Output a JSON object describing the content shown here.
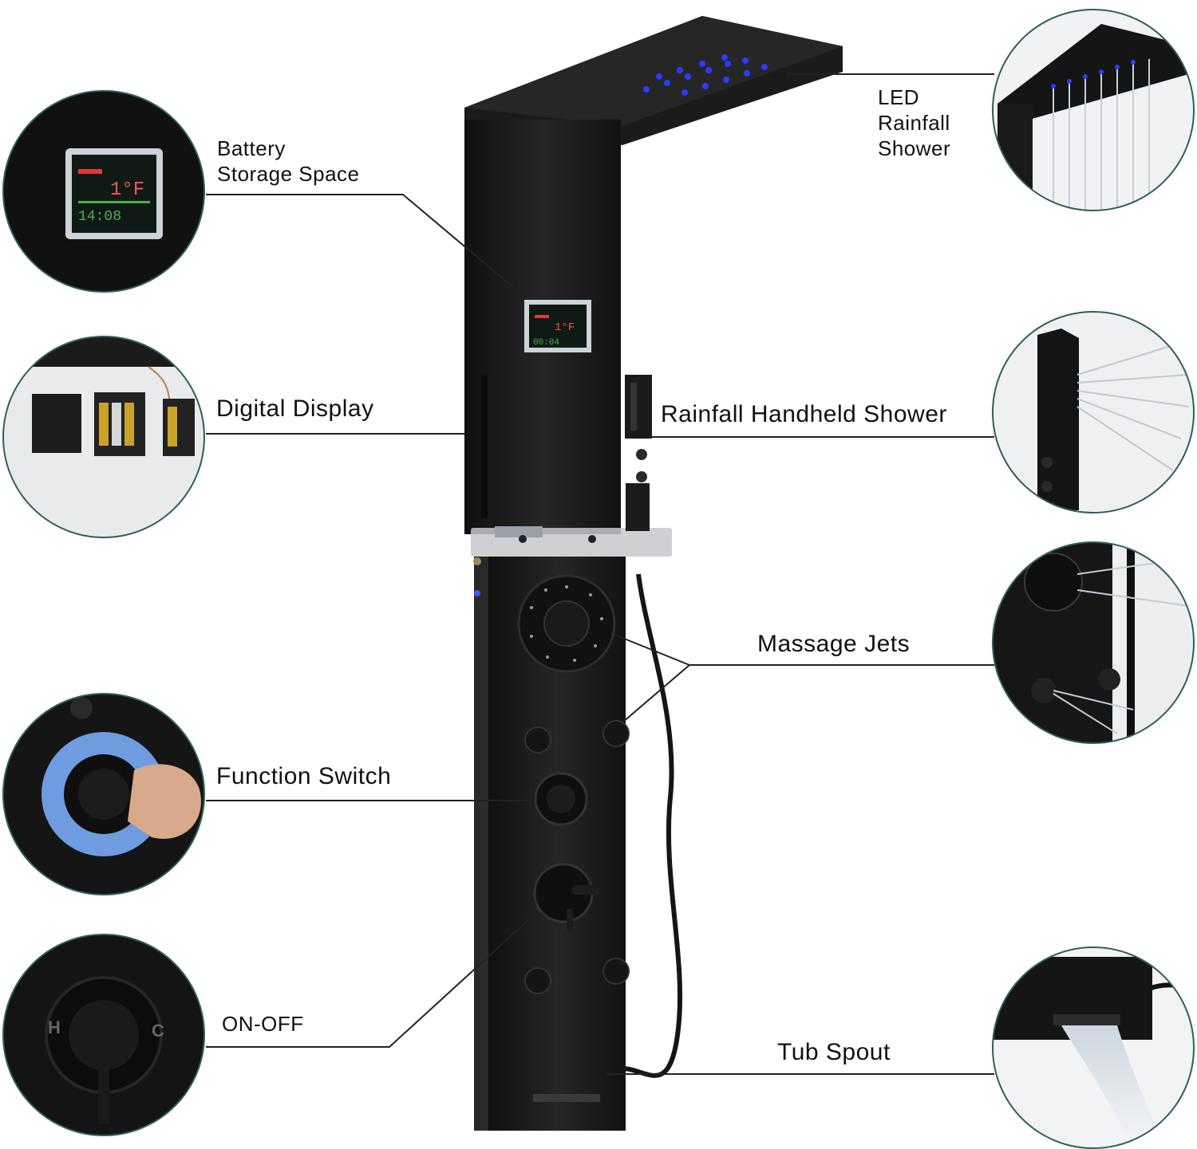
{
  "callouts": {
    "battery": [
      "Battery",
      "Storage Space"
    ],
    "led": [
      "LED",
      "Rainfall",
      "Shower"
    ],
    "digital": "Digital Display",
    "handheld": "Rainfall Handheld Shower",
    "massage": "Massage Jets",
    "function": "Function Switch",
    "onoff": "ON-OFF",
    "spout": "Tub Spout"
  },
  "display_readouts": {
    "large_temp": "1°F",
    "large_time": "14:08",
    "panel_temp": "1°F",
    "panel_time": "00:04"
  },
  "knob_letters": [
    "H",
    "C"
  ],
  "colors": {
    "panel": "#1a1a1a",
    "led_blue": "#2b3cff",
    "ring_blue": "#6f9be0",
    "circle_border": "#2f5f5a",
    "line": "#222222"
  },
  "icons": [
    "shower-panel",
    "rainfall-head",
    "handheld-shower",
    "massage-jet",
    "temperature-knob",
    "tub-spout",
    "battery-pack"
  ]
}
